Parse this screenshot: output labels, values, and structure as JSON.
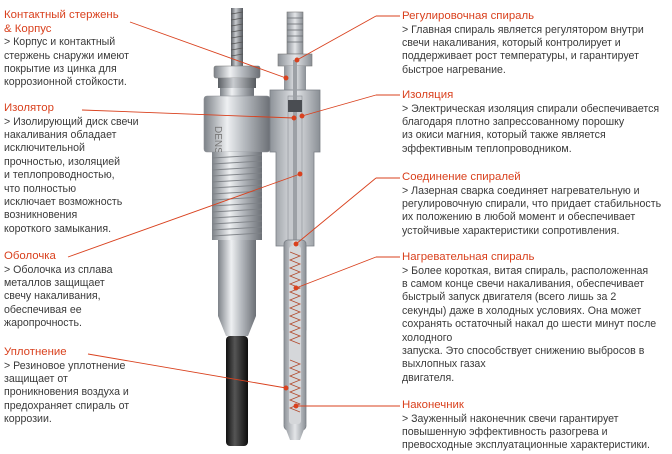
{
  "accent_color": "#d9411e",
  "left": [
    {
      "id": "rod",
      "title": "Контактный стержень\n& Корпус",
      "text": "> Корпус и контактный\n   стержень снаружи имеют\n   покрытие из цинка для\n   коррозионной стойкости."
    },
    {
      "id": "insulator",
      "title": "Изолятор",
      "text": "> Изолирующий диск свечи\n   накаливания обладает\n   исключительной\n   прочностью, изоляцией\n   и теплопроводностью,\n   что полностью\n   исключает возможность\n   возникновения\n   короткого замыкания."
    },
    {
      "id": "sheath",
      "title": "Оболочка",
      "text": "> Оболочка из сплава\n   металлов защищает\n   свечу накаливания,\n   обеспечивая ее\n   жаропрочность."
    },
    {
      "id": "seal",
      "title": "Уплотнение",
      "text": "> Резиновое уплотнение\n   защищает от\n   проникновения воздуха и\n   предохраняет спираль от\n   коррозии."
    }
  ],
  "right": [
    {
      "id": "control-coil",
      "title": "Регулировочная спираль",
      "text": "> Главная спираль является регулятором внутри\n   свечи накаливания, который контролирует и\n   поддерживает рост температуры, и гарантирует\n   быстрое нагревание."
    },
    {
      "id": "insulation",
      "title": "Изоляция",
      "text": "> Электрическая изоляция спирали обеспечивается\n   благодаря плотно запрессованному порошку\n   из окиси магния, который также является\n   эффективным теплопроводником."
    },
    {
      "id": "coil-joint",
      "title": "Соединение спиралей",
      "text": "> Лазерная сварка соединяет нагревательную и\n   регулировочную спирали, что придает стабильность\n   их положению в любой момент и обеспечивает\n   устойчивые характеристики сопротивления."
    },
    {
      "id": "heating-coil",
      "title": "Нагревательная спираль",
      "text": "> Более короткая, витая спираль, расположенная\n   в самом конце свечи накаливания, обеспечивает\n   быстрый запуск двигателя (всего лишь за 2\n   секунды) даже в холодных условиях.  Она может\n   сохранять остаточный накал до шести минут после\n   холодного\nзапуска. Это способствует снижению выбросов в\nвыхлопных газах\nдвигателя."
    },
    {
      "id": "tip",
      "title": "Наконечник",
      "text": "> Зауженный наконечник свечи гарантирует\n   повышенную эффективность разогрева и\n   превосходные эксплуатационные характеристики."
    }
  ],
  "brand_mark": "DENSO"
}
